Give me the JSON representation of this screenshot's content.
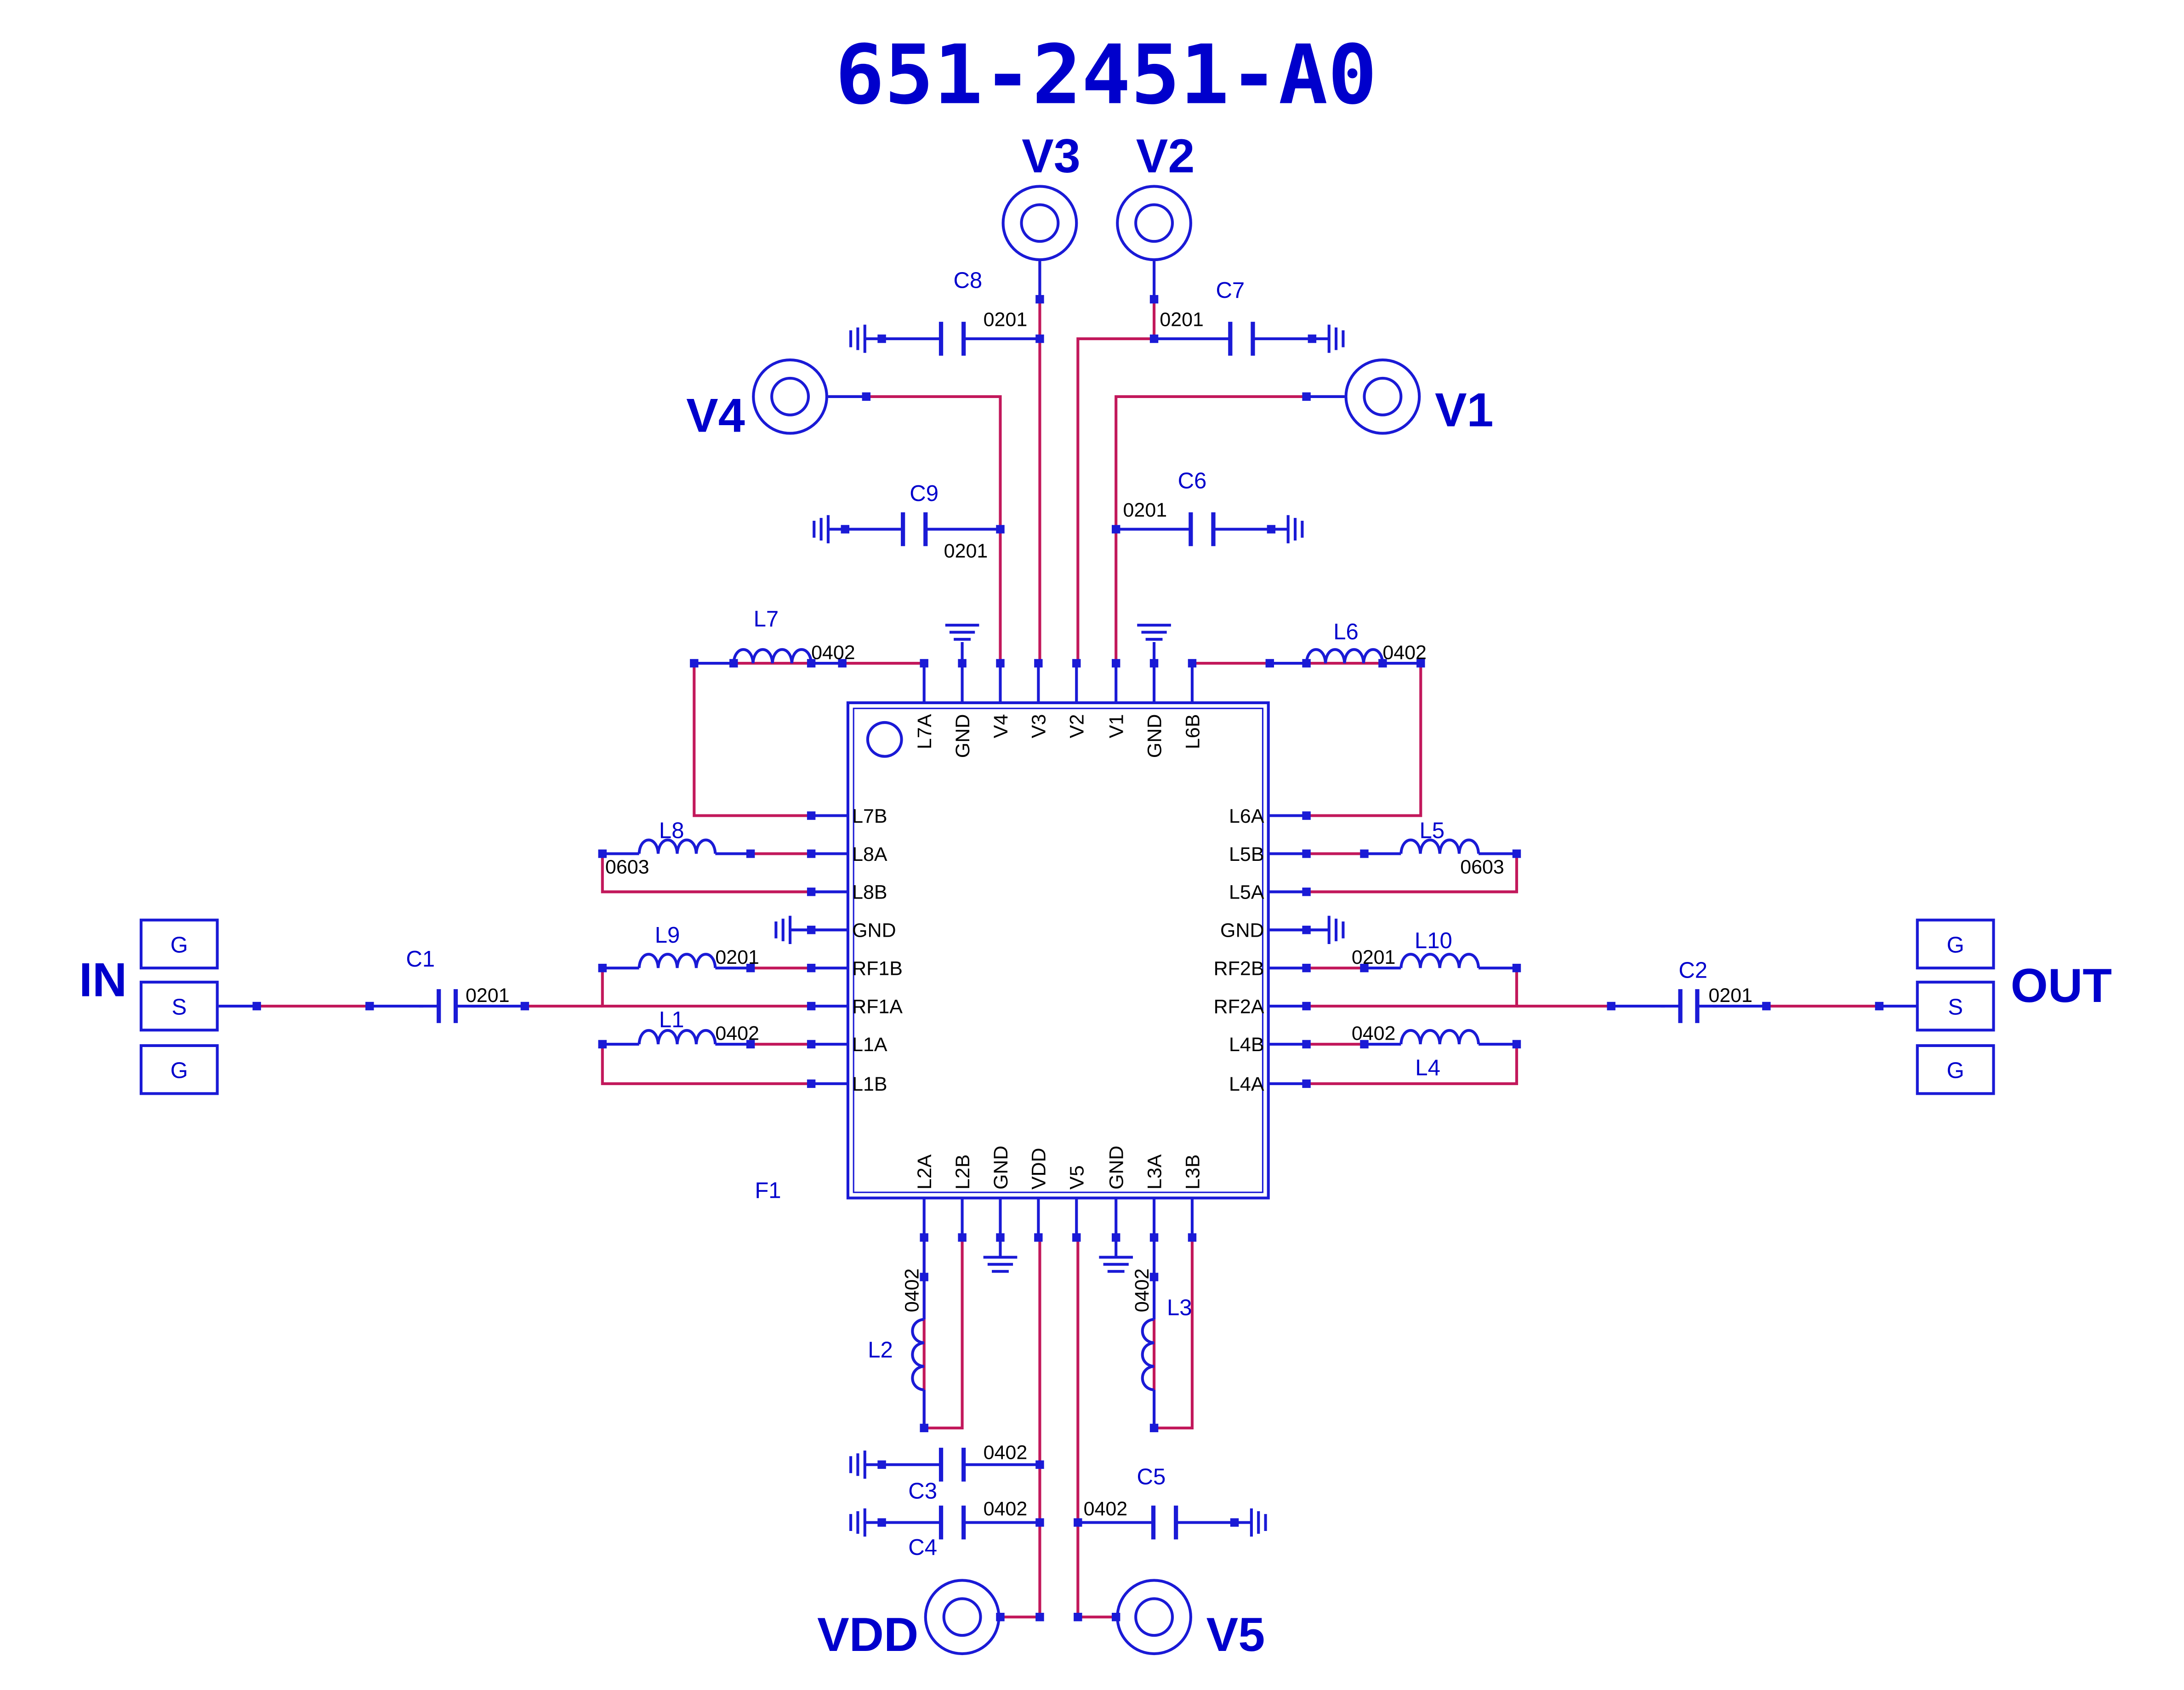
{
  "title": "651-2451-A0",
  "colors": {
    "wire": "#c2185b",
    "part": "#1a1ad6",
    "text": "#0000cc",
    "label": "#000000"
  },
  "ic": {
    "ref": "F1",
    "top_pins": [
      "L7A",
      "GND",
      "V4",
      "V3",
      "V2",
      "V1",
      "GND",
      "L6B"
    ],
    "bottom_pins": [
      "L2A",
      "L2B",
      "GND",
      "VDD",
      "V5",
      "GND",
      "L3A",
      "L3B"
    ],
    "left_pins": [
      "L7B",
      "L8A",
      "L8B",
      "GND",
      "RF1B",
      "RF1A",
      "L1A",
      "L1B"
    ],
    "right_pins": [
      "L6A",
      "L5B",
      "L5A",
      "GND",
      "RF2B",
      "RF2A",
      "L4B",
      "L4A"
    ]
  },
  "ports": {
    "in": {
      "label": "IN",
      "pads": [
        "G",
        "S",
        "G"
      ]
    },
    "out": {
      "label": "OUT",
      "pads": [
        "G",
        "S",
        "G"
      ]
    }
  },
  "supplies": [
    "V1",
    "V2",
    "V3",
    "V4",
    "V5",
    "VDD"
  ],
  "capacitors": [
    {
      "ref": "C1",
      "pkg": "0201"
    },
    {
      "ref": "C2",
      "pkg": "0201"
    },
    {
      "ref": "C3",
      "pkg": "0402"
    },
    {
      "ref": "C4",
      "pkg": "0402"
    },
    {
      "ref": "C5",
      "pkg": "0402"
    },
    {
      "ref": "C6",
      "pkg": "0201"
    },
    {
      "ref": "C7",
      "pkg": "0201"
    },
    {
      "ref": "C8",
      "pkg": "0201"
    },
    {
      "ref": "C9",
      "pkg": "0201"
    }
  ],
  "inductors": [
    {
      "ref": "L1",
      "pkg": "0402"
    },
    {
      "ref": "L2",
      "pkg": "0402"
    },
    {
      "ref": "L3",
      "pkg": "0402"
    },
    {
      "ref": "L4",
      "pkg": "0402"
    },
    {
      "ref": "L5",
      "pkg": "0603"
    },
    {
      "ref": "L6",
      "pkg": "0402"
    },
    {
      "ref": "L7",
      "pkg": "0402"
    },
    {
      "ref": "L8",
      "pkg": "0603"
    },
    {
      "ref": "L9",
      "pkg": "0201"
    },
    {
      "ref": "L10",
      "pkg": "0201"
    }
  ]
}
